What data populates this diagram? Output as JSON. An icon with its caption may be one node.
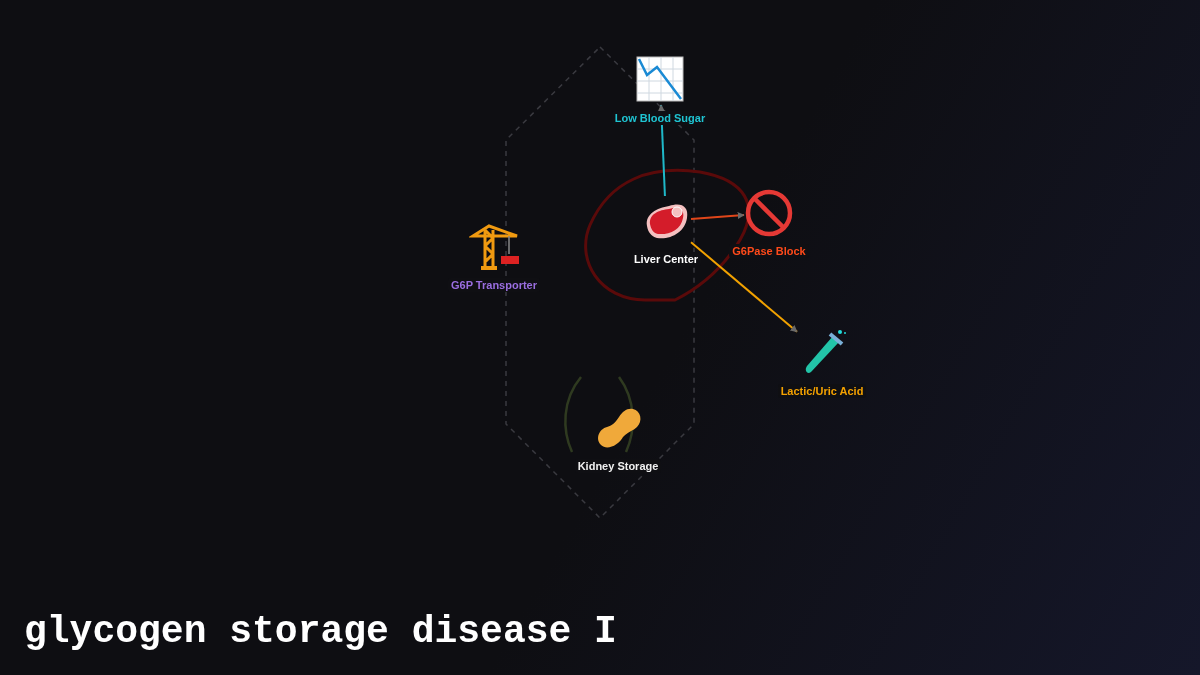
{
  "diagram": {
    "title": "glycogen storage disease I",
    "nodes": [
      {
        "text": [
          "Low Blood Sugar"
        ]
      },
      {
        "text": [
          "G6P Transporter"
        ]
      },
      {
        "text": [
          "Liver Center"
        ]
      },
      {
        "text": [
          "G6Pase Block"
        ]
      },
      {
        "text": [
          "Lactic/Uric Acid"
        ]
      },
      {
        "text": [
          "Kidney Storage"
        ]
      }
    ],
    "edges": [
      {
        "from": 2,
        "to": 0,
        "arrow": "to",
        "color": "#1fb8c8"
      },
      {
        "from": 2,
        "to": 3,
        "arrow": "to",
        "color": "#e0461a"
      },
      {
        "from": 2,
        "to": 4,
        "arrow": "to",
        "color": "#f2a200"
      }
    ]
  }
}
